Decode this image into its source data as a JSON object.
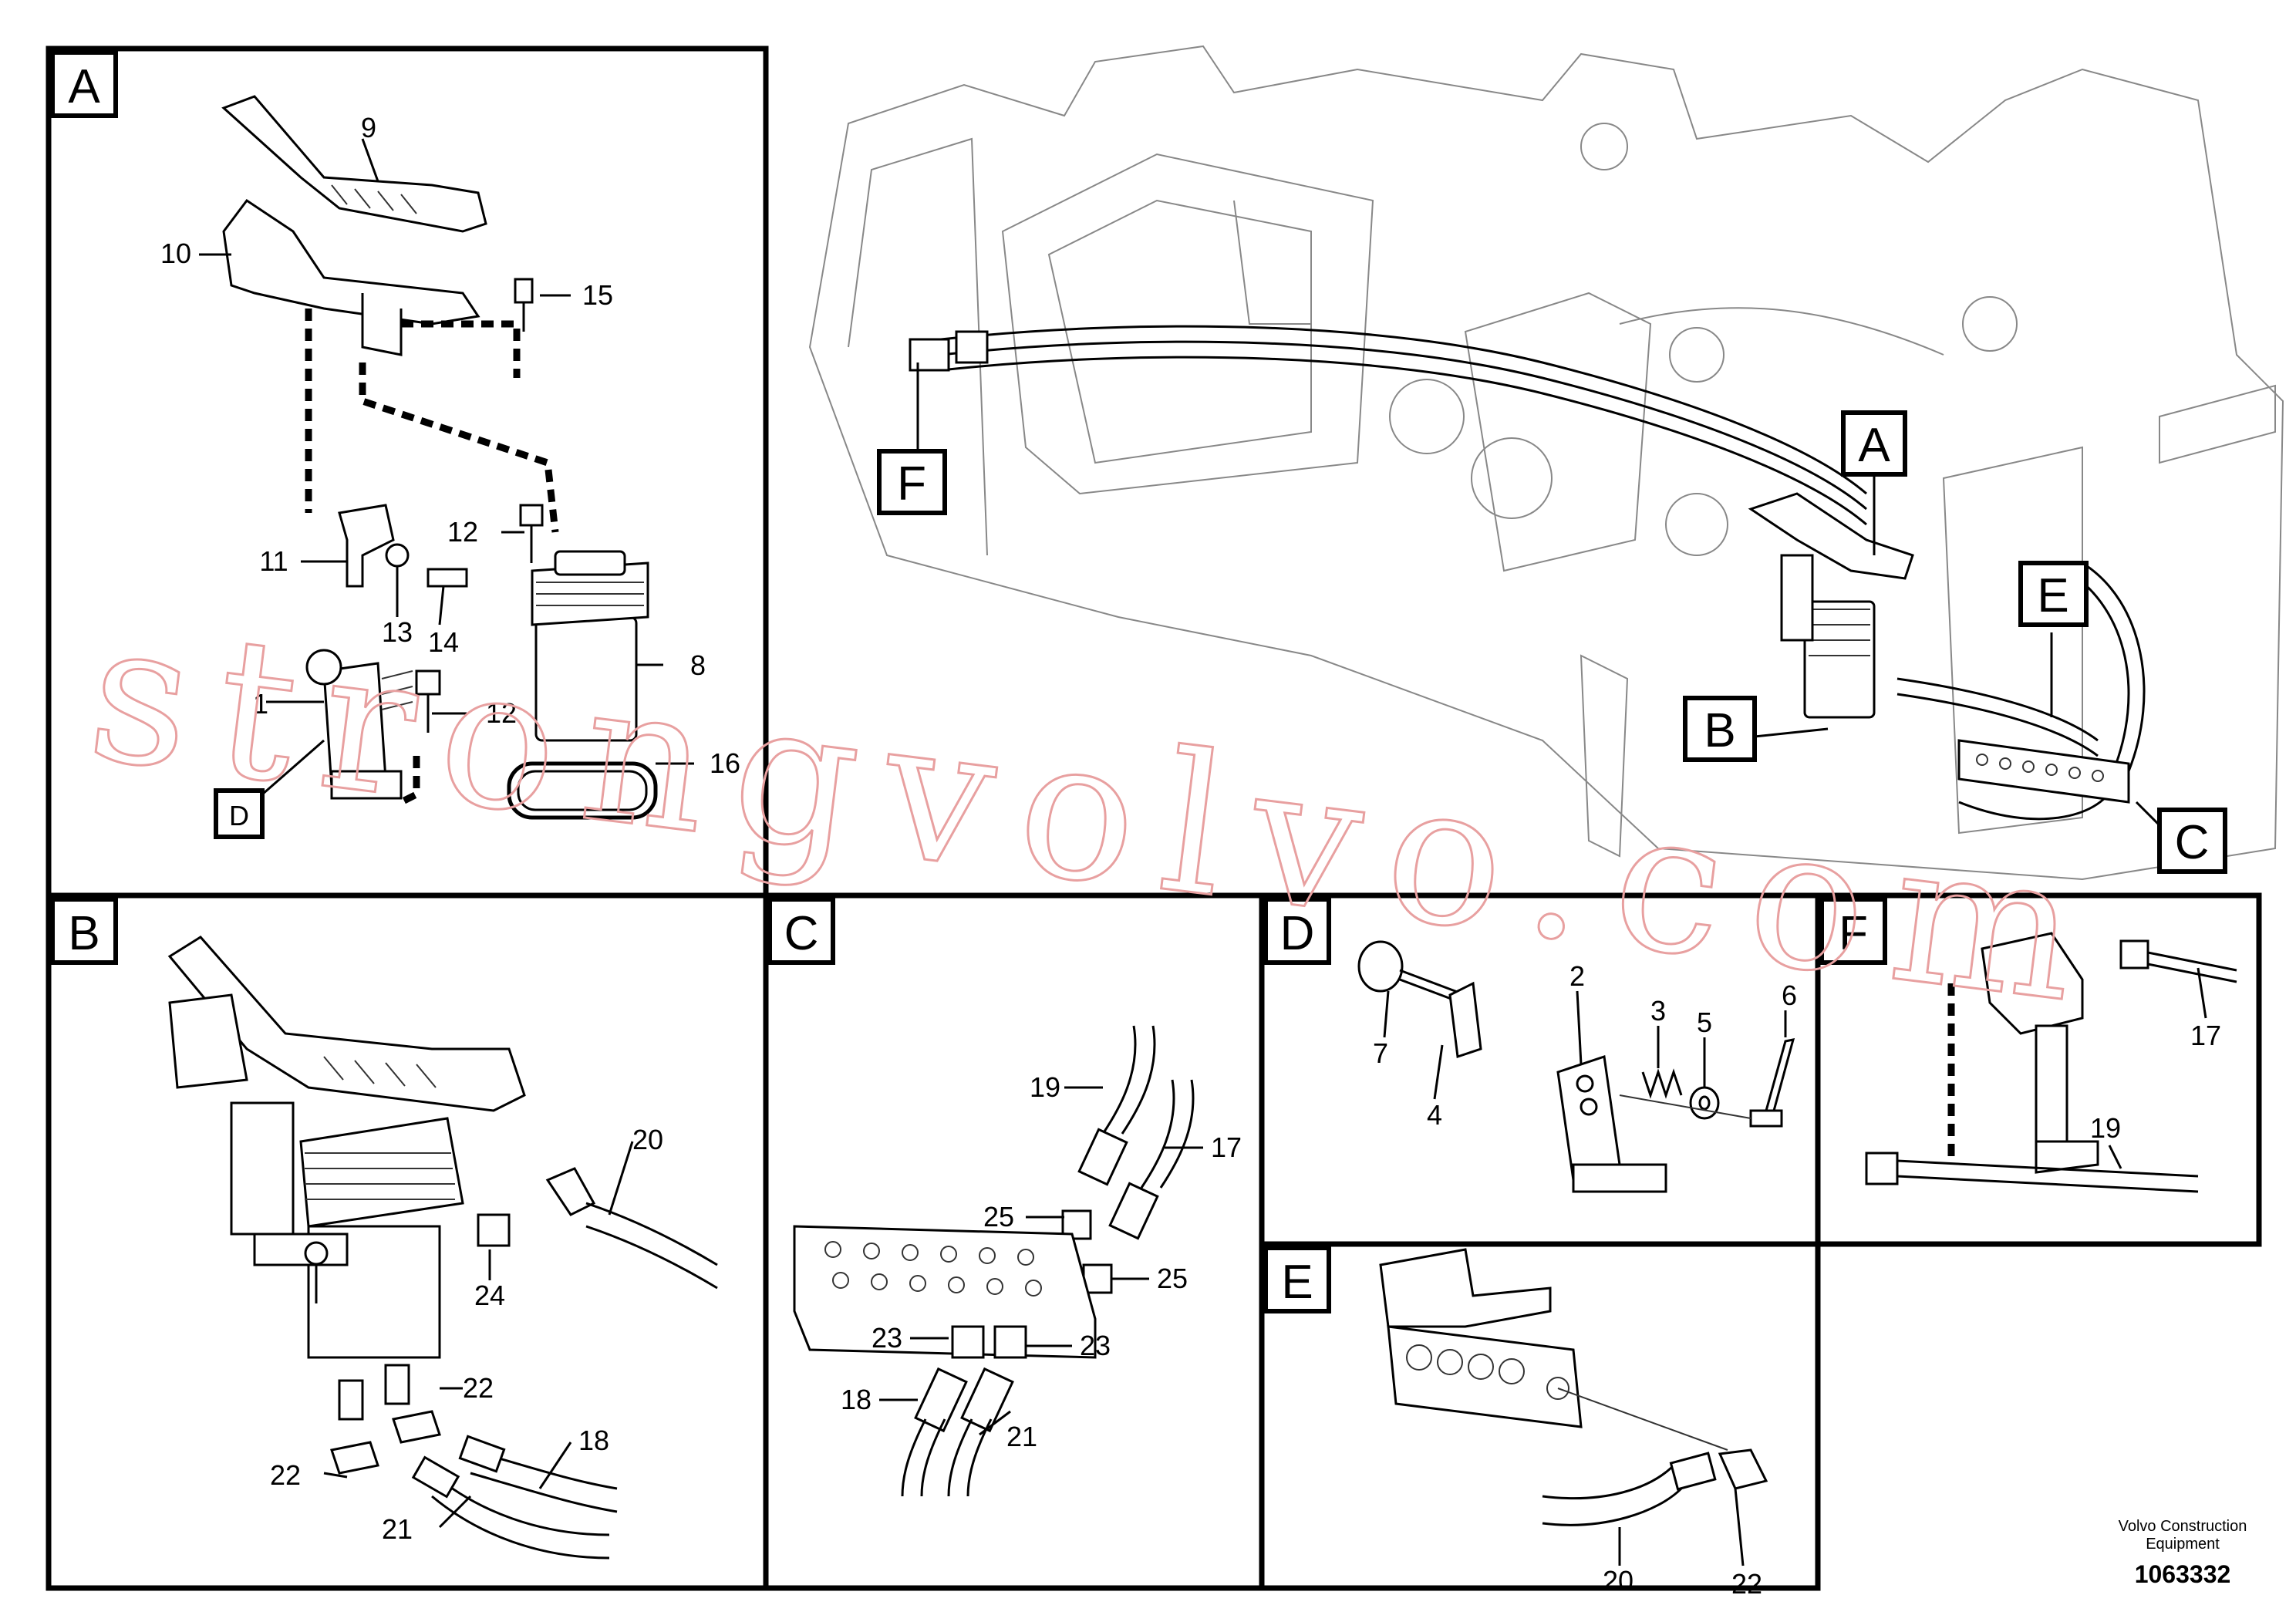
{
  "panels": {
    "A": {
      "label": "A"
    },
    "B": {
      "label": "B"
    },
    "C": {
      "label": "C"
    },
    "D": {
      "label": "D"
    },
    "E": {
      "label": "E"
    },
    "F": {
      "label": "F"
    }
  },
  "overview_labels": [
    "A",
    "B",
    "C",
    "E",
    "F"
  ],
  "callouts": {
    "a9": "9",
    "a10": "10",
    "a15": "15",
    "a11": "11",
    "a12a": "12",
    "a13": "13",
    "a14": "14",
    "a8": "8",
    "a1": "1",
    "a12b": "12",
    "a16": "16",
    "b20": "20",
    "b24": "24",
    "b22a": "22",
    "b22b": "22",
    "b18": "18",
    "b21": "21",
    "c19": "19",
    "c25a": "25",
    "c17": "17",
    "c25b": "25",
    "c23a": "23",
    "c23b": "23",
    "c18": "18",
    "c21": "21",
    "d2": "2",
    "d3": "3",
    "d5": "5",
    "d6": "6",
    "d7": "7",
    "d4": "4",
    "e20": "20",
    "e22": "22",
    "f17": "17",
    "f19": "19"
  },
  "inset_label_A": "D",
  "watermark": "strongvolvo.com",
  "footer": {
    "brand_line1": "Volvo Construction",
    "brand_line2": "Equipment",
    "drawing_number": "1063332"
  }
}
